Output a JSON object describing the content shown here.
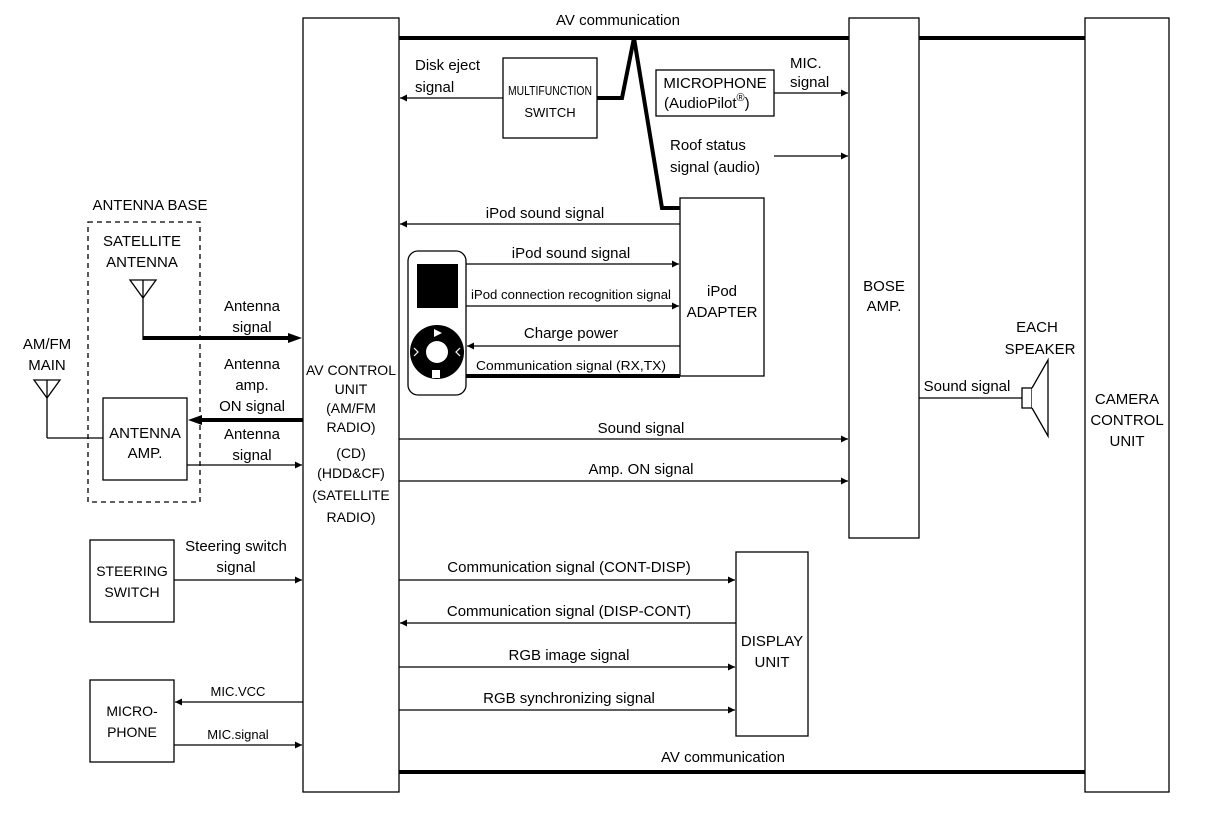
{
  "labels": {
    "av_comm_top": "AV communication",
    "av_comm_bottom": "AV communication",
    "disk_eject_1": "Disk eject",
    "disk_eject_2": "signal",
    "multifunction_1": "MULTIFUNCTION",
    "multifunction_2": "SWITCH",
    "microphone_audiopilot_1": "MICROPHONE",
    "microphone_audiopilot_2": "(AudioPilot",
    "registered_mark": "®",
    "close_paren": ")",
    "mic_signal_1": "MIC.",
    "mic_signal_2": "signal",
    "roof_status_1": "Roof status",
    "roof_status_2": "signal (audio)",
    "ipod_sound_signal_top": "iPod sound signal",
    "ipod_sound_signal": "iPod sound signal",
    "ipod_connection": "iPod connection recognition signal",
    "charge_power": "Charge power",
    "communication_rxtx": "Communication signal (RX,TX)",
    "ipod_adapter_1": "iPod",
    "ipod_adapter_2": "ADAPTER",
    "bose_amp_1": "BOSE",
    "bose_amp_2": "AMP.",
    "each_speaker_1": "EACH",
    "each_speaker_2": "SPEAKER",
    "sound_signal_speaker": "Sound signal",
    "camera_control_1": "CAMERA",
    "camera_control_2": "CONTROL",
    "camera_control_3": "UNIT",
    "antenna_base": "ANTENNA BASE",
    "satellite_antenna_1": "SATELLITE",
    "satellite_antenna_2": "ANTENNA",
    "antenna_signal_sat_1": "Antenna",
    "antenna_signal_sat_2": "signal",
    "amfm_main_1": "AM/FM",
    "amfm_main_2": "MAIN",
    "antenna_amp_on_1": "Antenna",
    "antenna_amp_on_2": "amp.",
    "antenna_amp_on_3": "ON signal",
    "antenna_signal_amp_1": "Antenna",
    "antenna_signal_amp_2": "signal",
    "antenna_amp_box_1": "ANTENNA",
    "antenna_amp_box_2": "AMP.",
    "av_control_unit": [
      "AV CONTROL",
      "UNIT",
      "(AM/FM",
      "RADIO)",
      "(CD)",
      "(HDD&CF)",
      "(SATELLITE",
      "RADIO)"
    ],
    "sound_signal_bose": "Sound signal",
    "amp_on_signal": "Amp. ON signal",
    "steering_signal_1": "Steering switch",
    "steering_signal_2": "signal",
    "steering_switch_1": "STEERING",
    "steering_switch_2": "SWITCH",
    "comm_cont_disp": "Communication signal (CONT-DISP)",
    "comm_disp_cont": "Communication signal (DISP-CONT)",
    "rgb_image": "RGB image signal",
    "rgb_sync": "RGB synchronizing signal",
    "display_unit_1": "DISPLAY",
    "display_unit_2": "UNIT",
    "mic_vcc": "MIC.VCC",
    "mic_signal_small": "MIC.signal",
    "micro_phone_1": "MICRO-",
    "micro_phone_2": "PHONE"
  }
}
